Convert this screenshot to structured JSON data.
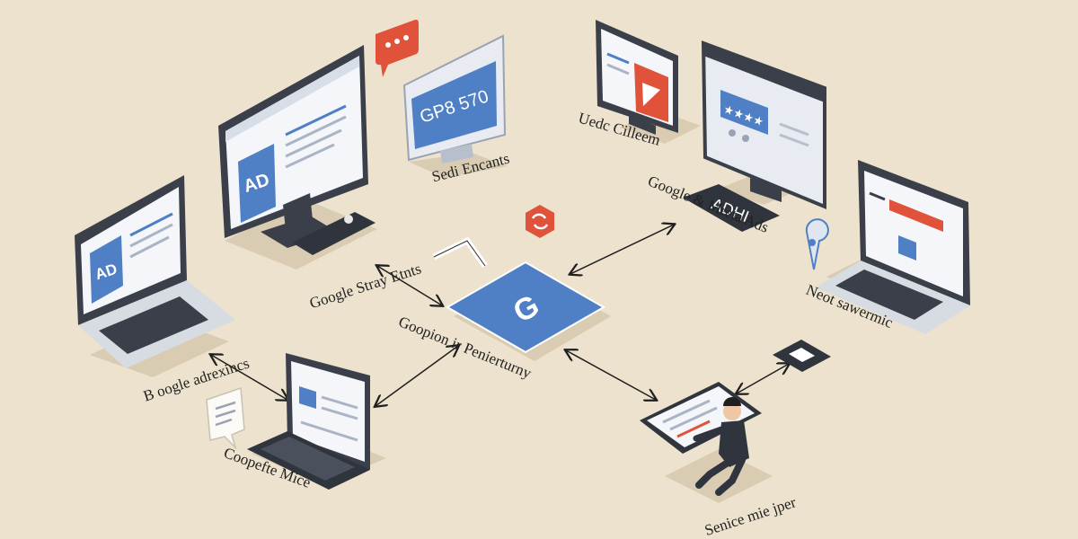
{
  "labels": {
    "google_adrexincs": "B oogle adrexincs",
    "google_stray_etnts": "Google Stray Etnts",
    "sedi_encants": "Sedi Encants",
    "uedc_cilleem": "Uedc Cilleem",
    "google_meta_ads": "Google & Mreta Ads",
    "neot_sawermic": "Neot sawermic",
    "goopion_pentertury": "Goopion  ir Penierturny",
    "coopefte_mice": "Coopefte Mice",
    "senice_mie_jper": "Senice mie jper"
  },
  "screens": {
    "ad_main": "AD",
    "ad_laptop": "AD",
    "gp_code": "GP8 570",
    "adhi_badge": "ADHI",
    "stars": "★★★★",
    "hub_glyph": "G"
  },
  "colors": {
    "accent_blue": "#4f7fc4",
    "accent_red": "#e0523a",
    "monitor_dark": "#3a3f4a",
    "background": "#ece2cd"
  }
}
